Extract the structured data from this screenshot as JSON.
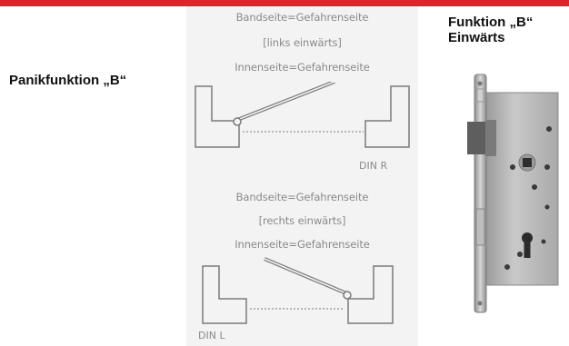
{
  "left_label": "Panikfunktion „B“",
  "right_label": {
    "line1": "Funktion „B“",
    "line2": "Einwärts"
  },
  "diagram_top": {
    "line1": "Bandseite=Gefahrenseite",
    "line2": "[links einwärts]",
    "line3": "Innenseite=Gefahrenseite",
    "din": "DIN R"
  },
  "diagram_bottom": {
    "line1": "Bandseite=Gefahrenseite",
    "line2": "[rechts einwärts]",
    "line3": "Innenseite=Gefahrenseite",
    "din": "DIN L"
  },
  "colors": {
    "accent_bar": "#e0242b",
    "diagram_line": "#7a7a7a",
    "lock_plate": "#b8b8b8"
  },
  "icons": [
    "mortise-lock-image"
  ]
}
